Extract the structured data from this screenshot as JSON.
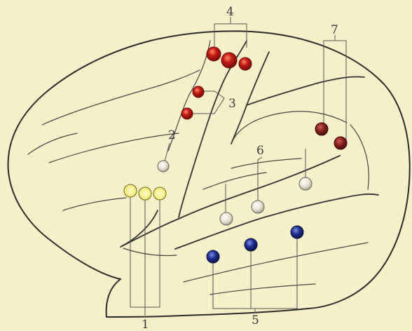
{
  "labels": {
    "group1": "1",
    "group2": "2",
    "group3": "3",
    "group4": "4",
    "group5": "5",
    "group6": "6",
    "group7": "7"
  },
  "colors": {
    "background": "#f6f0c8",
    "outline": "#2b2b2b",
    "red": "#b01818",
    "dark_red": "#7a1a1a",
    "yellow": "#f2ec7a",
    "white": "#e8e4d4",
    "blue": "#1c2f86"
  }
}
